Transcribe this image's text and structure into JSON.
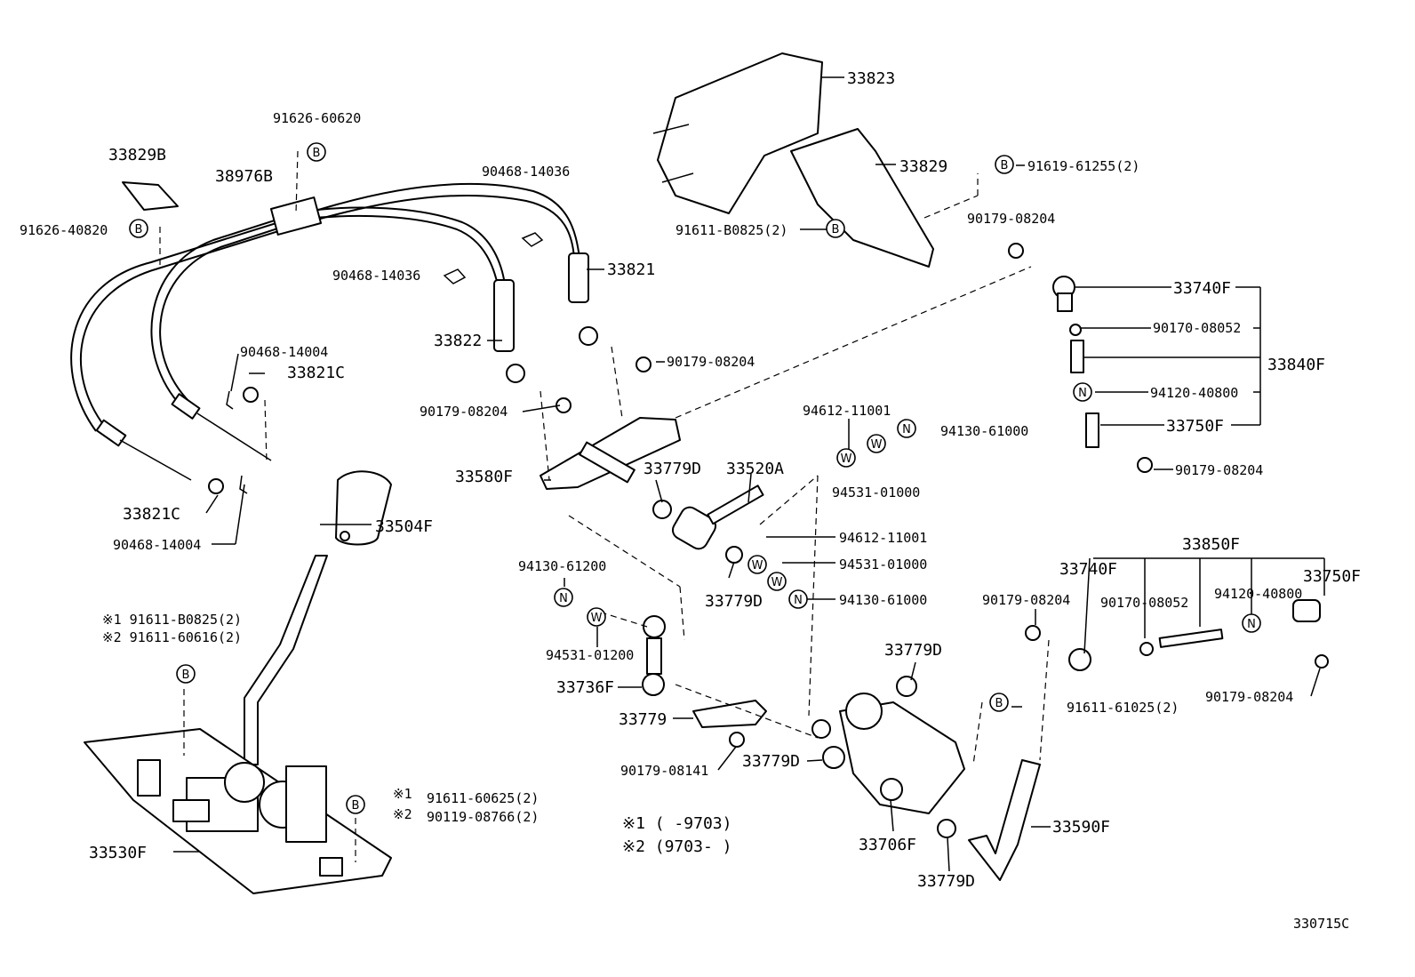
{
  "diagram_code": "330715C",
  "notes": {
    "note1": "※1 (     -9703)",
    "note2": "※2 (9703-     )"
  },
  "labels": [
    {
      "id": "l1",
      "text": "33829B"
    },
    {
      "id": "l2",
      "text": "38976B"
    },
    {
      "id": "l3",
      "text": "91626-60620"
    },
    {
      "id": "l4",
      "text": "91626-40820"
    },
    {
      "id": "l5",
      "text": "90468-14036"
    },
    {
      "id": "l6",
      "text": "90468-14036"
    },
    {
      "id": "l7",
      "text": "33821"
    },
    {
      "id": "l8",
      "text": "33822"
    },
    {
      "id": "l9",
      "text": "90468-14004"
    },
    {
      "id": "l10",
      "text": "33821C"
    },
    {
      "id": "l11",
      "text": "33821C"
    },
    {
      "id": "l12",
      "text": "90468-14004"
    },
    {
      "id": "l13",
      "text": "33504F"
    },
    {
      "id": "l14",
      "text": "90179-08204"
    },
    {
      "id": "l15",
      "text": "90179-08204"
    },
    {
      "id": "l16",
      "text": "33823"
    },
    {
      "id": "l17",
      "text": "33829"
    },
    {
      "id": "l18",
      "text": "91611-B0825(2)"
    },
    {
      "id": "l19",
      "text": "91619-61255(2)"
    },
    {
      "id": "l20",
      "text": "90179-08204"
    },
    {
      "id": "l21",
      "text": "33740F"
    },
    {
      "id": "l22",
      "text": "90170-08052"
    },
    {
      "id": "l23",
      "text": "33840F"
    },
    {
      "id": "l24",
      "text": "94120-40800"
    },
    {
      "id": "l25",
      "text": "33750F"
    },
    {
      "id": "l26",
      "text": "90179-08204"
    },
    {
      "id": "l27",
      "text": "33580F"
    },
    {
      "id": "l28",
      "text": "33779D"
    },
    {
      "id": "l29",
      "text": "33520A"
    },
    {
      "id": "l30",
      "text": "94612-11001"
    },
    {
      "id": "l31",
      "text": "94130-61000"
    },
    {
      "id": "l32",
      "text": "94531-01000"
    },
    {
      "id": "l33",
      "text": "94612-11001"
    },
    {
      "id": "l34",
      "text": "94531-01000"
    },
    {
      "id": "l35",
      "text": "94130-61000"
    },
    {
      "id": "l36",
      "text": "33779D"
    },
    {
      "id": "l37",
      "text": "94130-61200"
    },
    {
      "id": "l38",
      "text": "94531-01200"
    },
    {
      "id": "l39",
      "text": "33736F"
    },
    {
      "id": "l40",
      "text": "33779"
    },
    {
      "id": "l41",
      "text": "90179-08141"
    },
    {
      "id": "l42",
      "text": "33779D"
    },
    {
      "id": "l43",
      "text": "33779D"
    },
    {
      "id": "l44",
      "text": "33706F"
    },
    {
      "id": "l45",
      "text": "33779D"
    },
    {
      "id": "l46",
      "text": "33850F"
    },
    {
      "id": "l47",
      "text": "33740F"
    },
    {
      "id": "l48",
      "text": "33750F"
    },
    {
      "id": "l49",
      "text": "90179-08204"
    },
    {
      "id": "l50",
      "text": "90170-08052"
    },
    {
      "id": "l51",
      "text": "94120-40800"
    },
    {
      "id": "l52",
      "text": "90179-08204"
    },
    {
      "id": "l53",
      "text": "91611-61025(2)"
    },
    {
      "id": "l54",
      "text": "33590F"
    },
    {
      "id": "l55",
      "text": "※1 91611-B0825(2)"
    },
    {
      "id": "l56",
      "text": "※2 91611-60616(2)"
    },
    {
      "id": "l57",
      "text": "※1"
    },
    {
      "id": "l58",
      "text": "91611-60625(2)"
    },
    {
      "id": "l59",
      "text": "※2"
    },
    {
      "id": "l60",
      "text": "90119-08766(2)"
    },
    {
      "id": "l61",
      "text": "33530F"
    }
  ],
  "badges": [
    {
      "id": "b1",
      "letter": "B"
    },
    {
      "id": "b2",
      "letter": "B"
    },
    {
      "id": "b3",
      "letter": "B"
    },
    {
      "id": "b4",
      "letter": "B"
    },
    {
      "id": "b5",
      "letter": "W"
    },
    {
      "id": "b6",
      "letter": "N"
    },
    {
      "id": "b7",
      "letter": "W"
    },
    {
      "id": "b8",
      "letter": "W"
    },
    {
      "id": "b9",
      "letter": "W"
    },
    {
      "id": "b10",
      "letter": "N"
    },
    {
      "id": "b11",
      "letter": "N"
    },
    {
      "id": "b12",
      "letter": "W"
    },
    {
      "id": "b13",
      "letter": "N"
    },
    {
      "id": "b14",
      "letter": "N"
    },
    {
      "id": "b15",
      "letter": "B"
    },
    {
      "id": "b16",
      "letter": "B"
    },
    {
      "id": "b17",
      "letter": "B"
    }
  ]
}
